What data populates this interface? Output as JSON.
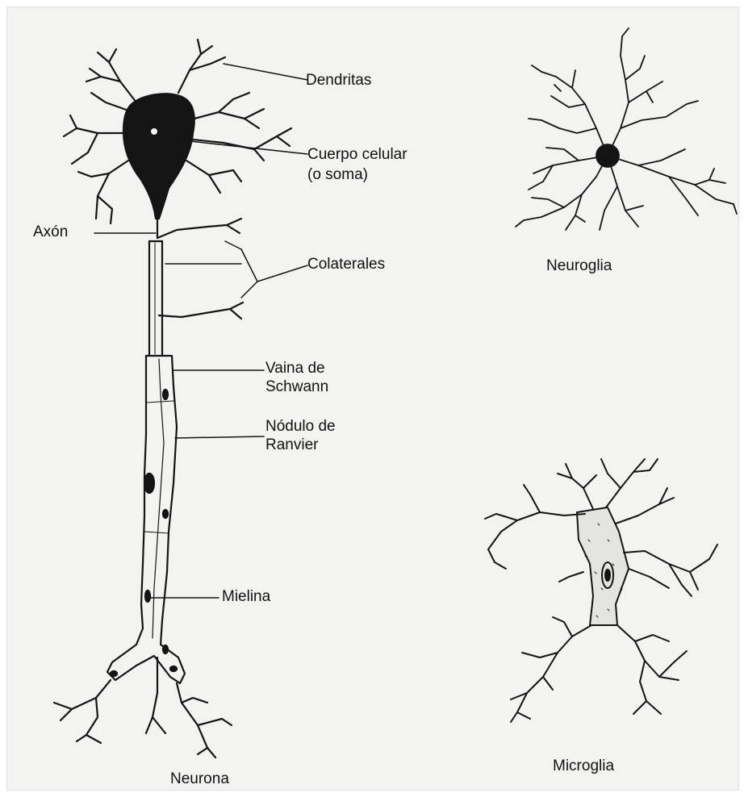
{
  "labels": {
    "dendritas": "Dendritas",
    "cuerpo_celular": "Cuerpo celular",
    "soma": "(o soma)",
    "axon": "Axón",
    "colaterales": "Colaterales",
    "vaina_1": "Vaina de",
    "vaina_2": "Schwann",
    "nodulo_1": "Nódulo de",
    "nodulo_2": "Ranvier",
    "mielina": "Mielina",
    "neurona": "Neurona",
    "neuroglia": "Neuroglia",
    "microglia": "Microglia"
  },
  "colors": {
    "ink": "#141414",
    "paper": "#f3f3f1"
  }
}
